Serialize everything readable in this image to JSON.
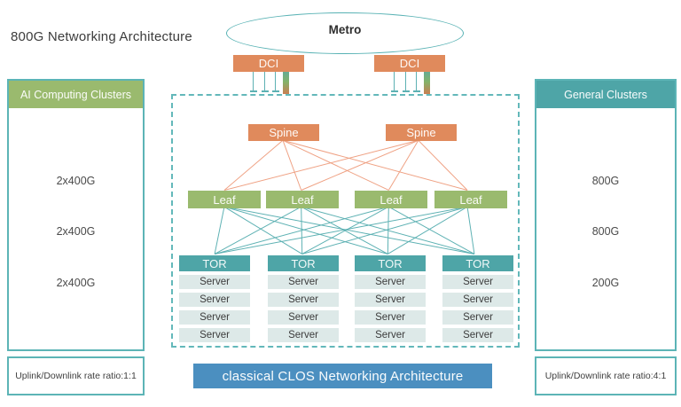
{
  "title": "800G Networking Architecture",
  "metro": {
    "label": "Metro"
  },
  "dci": {
    "label": "DCI"
  },
  "left_panel": {
    "header": "AI Computing Clusters",
    "rates": [
      "2x400G",
      "2x400G",
      "2x400G"
    ],
    "ratio": "Uplink/Downlink rate ratio:1:1"
  },
  "right_panel": {
    "header": "General Clusters",
    "rates": [
      "800G",
      "800G",
      "200G"
    ],
    "ratio": "Uplink/Downlink rate ratio:4:1"
  },
  "clos": {
    "banner": "classical CLOS Networking Architecture",
    "spines": [
      "Spine",
      "Spine"
    ],
    "leaves": [
      "Leaf",
      "Leaf",
      "Leaf",
      "Leaf"
    ],
    "tors": [
      "TOR",
      "TOR",
      "TOR",
      "TOR"
    ],
    "server_label": "Server",
    "servers_per_tor": 4
  },
  "colors": {
    "orange": "#e08a5c",
    "orange_line": "#efa183",
    "green": "#9aba6e",
    "teal": "#4ea5a7",
    "teal_line": "#5db1b3",
    "border_teal": "#5cb4b6",
    "server_bg": "#dde9e8",
    "banner_blue": "#4b8fc0",
    "gradient_bar": [
      "#66ab93",
      "#84b269",
      "#c97e52"
    ]
  }
}
